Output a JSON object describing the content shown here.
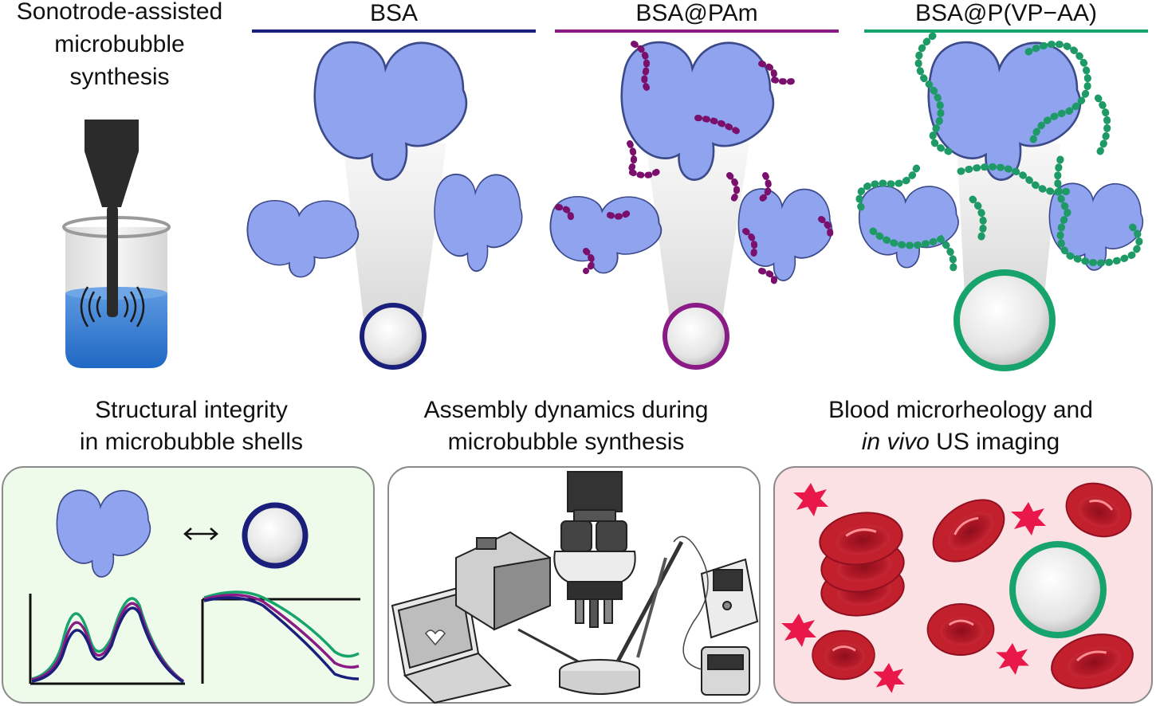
{
  "left_title": [
    "Sonotrode-assisted",
    "microbubble",
    "synthesis"
  ],
  "columns": [
    {
      "label": "BSA",
      "color": "#1b1f7c"
    },
    {
      "label": "BSA@PAm",
      "color": "#8a1a86"
    },
    {
      "label": "BSA@P(VP−AA)",
      "color": "#16a36c"
    }
  ],
  "captions": [
    {
      "line1": "Structural integrity",
      "line2": "in microbubble shells"
    },
    {
      "line1": "Assembly dynamics during",
      "line2": "microbubble synthesis"
    },
    {
      "line1": "Blood microrheology and",
      "line2_italic": "in vivo",
      "line2_rest": " US imaging"
    }
  ],
  "colors": {
    "protein": "#8fa3ee",
    "protein_edge": "#3d4a8a",
    "pam_chain": "#7a0f6c",
    "pvpaa_chain": "#1d9a66",
    "water": "#2f78cf",
    "sonotrode": "#2b2b2b",
    "panel1_bg": "#eefaea",
    "panel2_bg": "#ffffff",
    "panel3_bg": "#fbe1e3",
    "rbc": "#c3202e",
    "platelet": "#e8184a",
    "curve_navy": "#1b1f7c",
    "curve_purple": "#8a1a86",
    "curve_green": "#16a36c"
  },
  "icons": [
    "sonotrode-icon",
    "beaker-icon",
    "protein-icon",
    "microbubble-icon",
    "microscope-icon",
    "laptop-icon",
    "pump-icon",
    "meter-icon",
    "red-blood-cell-icon",
    "platelet-icon"
  ]
}
